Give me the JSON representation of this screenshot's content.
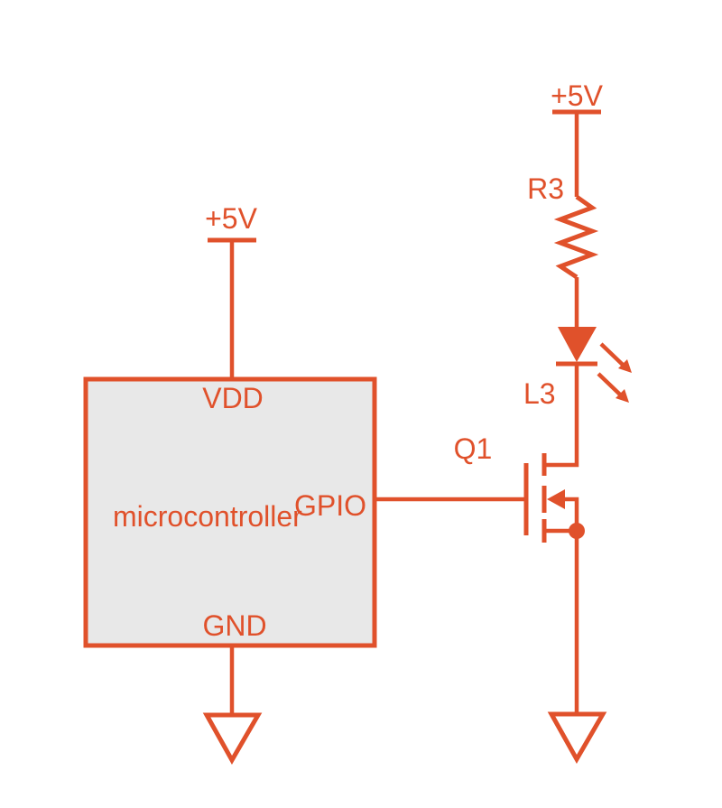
{
  "diagram": {
    "type": "circuit-schematic",
    "description": "Microcontroller GPIO driving an LED through an N-channel MOSFET with current-limiting resistor",
    "colors": {
      "accent": "#E0512B",
      "mcu_fill": "#E8E8E8",
      "background": "#FFFFFF"
    },
    "labels": {
      "supply_left": "+5V",
      "supply_right": "+5V",
      "resistor": "R3",
      "led": "L3",
      "transistor": "Q1",
      "mcu_name": "microcontroller",
      "pin_vdd": "VDD",
      "pin_gpio": "GPIO",
      "pin_gnd": "GND"
    }
  }
}
